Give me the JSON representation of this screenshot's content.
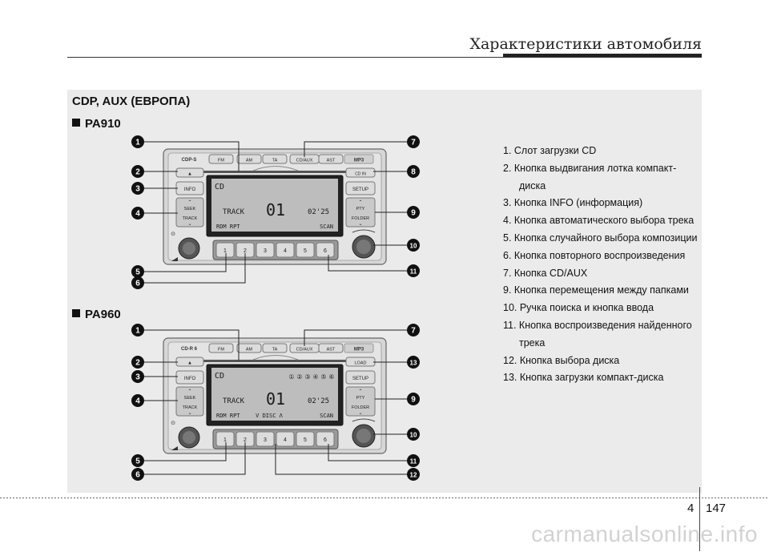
{
  "header": {
    "title": "Характеристики автомобиля"
  },
  "section_title": "CDP, AUX (ЕВРОПА)",
  "models": [
    {
      "name": "PA910"
    },
    {
      "name": "PA960"
    }
  ],
  "radio_top": {
    "brand": "CDP-S",
    "mode_buttons": [
      "FM",
      "AM",
      "TA",
      "CD/AUX",
      "AST"
    ],
    "badge": "MP3",
    "display": {
      "source": "CD",
      "track_label": "TRACK",
      "track": "01",
      "time": "02'25",
      "status_left": "RDM  RPT",
      "status_right": "SCAN"
    },
    "left_buttons": [
      "INFO",
      "SEEK",
      "TRACK"
    ],
    "right_buttons": [
      "SETUP",
      "PTY",
      "FOLDER"
    ],
    "small_right": "CD IN",
    "presets": [
      "1",
      "2",
      "3",
      "4",
      "5",
      "6"
    ]
  },
  "radio_bottom": {
    "brand": "CD-R 6",
    "mode_buttons": [
      "FM",
      "AM",
      "TA",
      "CD/AUX",
      "AST"
    ],
    "badge": "MP3",
    "display": {
      "source": "CD",
      "track_label": "TRACK",
      "track": "01",
      "time": "02'25",
      "status_left": "RDM  RPT",
      "status_mid": "V DISC Λ",
      "status_right": "SCAN",
      "discs": [
        "①",
        "②",
        "③",
        "④",
        "⑤",
        "⑥"
      ]
    },
    "left_buttons": [
      "INFO",
      "SEEK",
      "TRACK"
    ],
    "right_buttons": [
      "LOAD",
      "SETUP",
      "PTY",
      "FOLDER"
    ],
    "presets": [
      "1",
      "2",
      "3",
      "4",
      "5",
      "6"
    ]
  },
  "callouts_top": [
    "1",
    "2",
    "3",
    "4",
    "5",
    "6",
    "7",
    "8",
    "9",
    "10",
    "11"
  ],
  "callouts_bottom": [
    "1",
    "2",
    "3",
    "4",
    "5",
    "6",
    "7",
    "13",
    "9",
    "10",
    "11",
    "12"
  ],
  "legend": [
    {
      "text": "1. Слот загрузки CD"
    },
    {
      "text": "2. Кнопка выдвигания лотка компакт-",
      "cont": "диска"
    },
    {
      "text": "3. Кнопка INFO (информация)"
    },
    {
      "text": "4. Кнопка автоматического выбора трека"
    },
    {
      "text": "5. Кнопка случайного выбора композиции"
    },
    {
      "text": "6. Кнопка повторного воспроизведения"
    },
    {
      "text": "7. Кнопка CD/AUX"
    },
    {
      "text": "9. Кнопка перемещения между папками"
    },
    {
      "text": "10. Ручка поиска и кнопка ввода"
    },
    {
      "text": "11. Кнопка воспроизведения найденного",
      "cont": "трека"
    },
    {
      "text": "12. Кнопка выбора диска"
    },
    {
      "text": "13. Кнопка загрузки компакт-диска"
    }
  ],
  "footer": {
    "chapter": "4",
    "page": "147"
  },
  "watermark": "carmanualsonline.info"
}
